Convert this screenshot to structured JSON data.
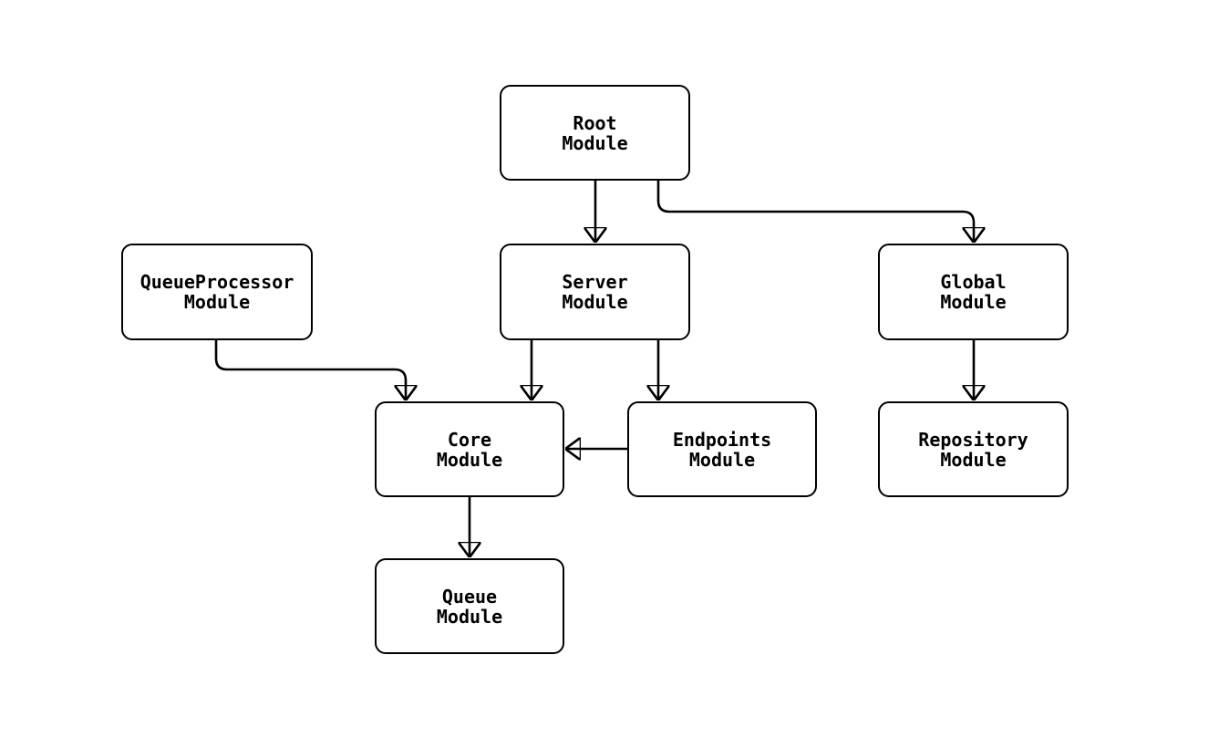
{
  "diagram": {
    "type": "flowchart",
    "direction": "top-down",
    "background_color": "#ffffff",
    "node_fill_color": "#ffffff",
    "node_border_color": "#000000",
    "edge_color": "#000000",
    "text_color": "#000000"
  },
  "nodes": {
    "root": {
      "label": "Root\nModule"
    },
    "queueprocessor": {
      "label": "QueueProcessor\nModule"
    },
    "server": {
      "label": "Server\nModule"
    },
    "global": {
      "label": "Global\nModule"
    },
    "core": {
      "label": "Core\nModule"
    },
    "endpoints": {
      "label": "Endpoints\nModule"
    },
    "repository": {
      "label": "Repository\nModule"
    },
    "queue": {
      "label": "Queue\nModule"
    }
  },
  "edges": [
    {
      "from": "Root Module",
      "to": "Server Module"
    },
    {
      "from": "Root Module",
      "to": "Global Module"
    },
    {
      "from": "QueueProcessor Module",
      "to": "Core Module"
    },
    {
      "from": "Server Module",
      "to": "Core Module"
    },
    {
      "from": "Server Module",
      "to": "Endpoints Module"
    },
    {
      "from": "Endpoints Module",
      "to": "Core Module"
    },
    {
      "from": "Global Module",
      "to": "Repository Module"
    },
    {
      "from": "Core Module",
      "to": "Queue Module"
    }
  ]
}
